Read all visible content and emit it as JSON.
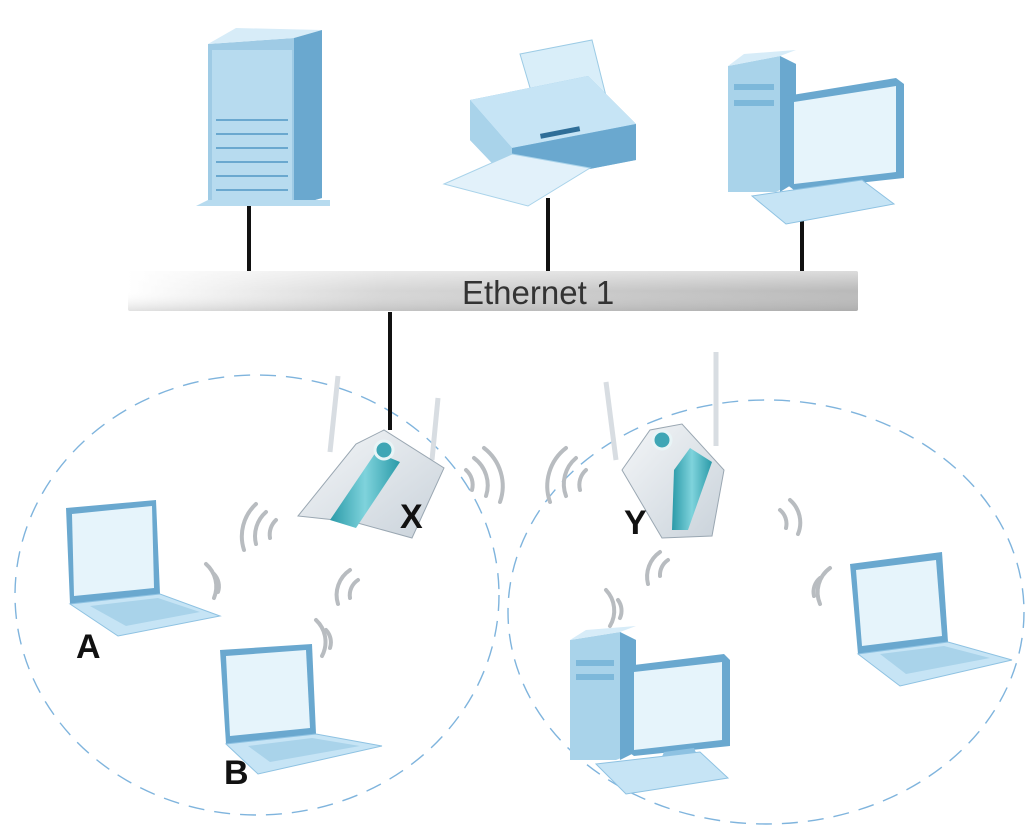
{
  "network": {
    "bus_label": "Ethernet 1",
    "ap_x_label": "X",
    "ap_y_label": "Y",
    "client_a_label": "A",
    "client_b_label": "B"
  },
  "colors": {
    "device_light": "#c9e3f2",
    "device_mid": "#8dc3e0",
    "device_dark": "#5a9cc4",
    "ap_accent": "#3ea6b5",
    "bss_circle": "#7fb4dd",
    "bus_gray": "#c8c8c8",
    "cable": "#111111"
  },
  "icons": {
    "server": "server-tower-icon",
    "printer": "printer-icon",
    "desktop": "desktop-computer-icon",
    "access_point": "wireless-access-point-icon",
    "laptop": "laptop-icon",
    "signal": "wireless-signal-icon"
  }
}
